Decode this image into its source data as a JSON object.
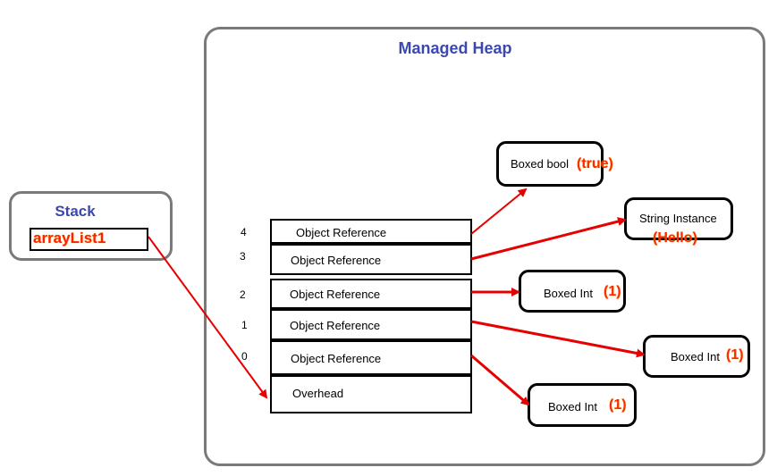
{
  "heap": {
    "title": "Managed Heap"
  },
  "stack": {
    "title": "Stack",
    "variable": "arrayList1"
  },
  "array": {
    "cells": [
      {
        "index": "4",
        "label": "Object Reference"
      },
      {
        "index": "3",
        "label": "Object Reference"
      },
      {
        "index": "2",
        "label": "Object Reference"
      },
      {
        "index": "1",
        "label": "Object Reference"
      },
      {
        "index": "0",
        "label": "Object Reference"
      }
    ],
    "overhead_label": "Overhead"
  },
  "targets": [
    {
      "label": "Boxed bool",
      "value": "(true)"
    },
    {
      "label": "String Instance",
      "value": "(Hello)"
    },
    {
      "label": "Boxed Int",
      "value": "(1)"
    },
    {
      "label": "Boxed Int",
      "value": "(1)"
    },
    {
      "label": "Boxed Int",
      "value": "(1)"
    }
  ],
  "colors": {
    "arrow": "#e60000",
    "title": "#3b48b0",
    "frame": "#7a7a7a",
    "value_text": "#ff2a00"
  }
}
